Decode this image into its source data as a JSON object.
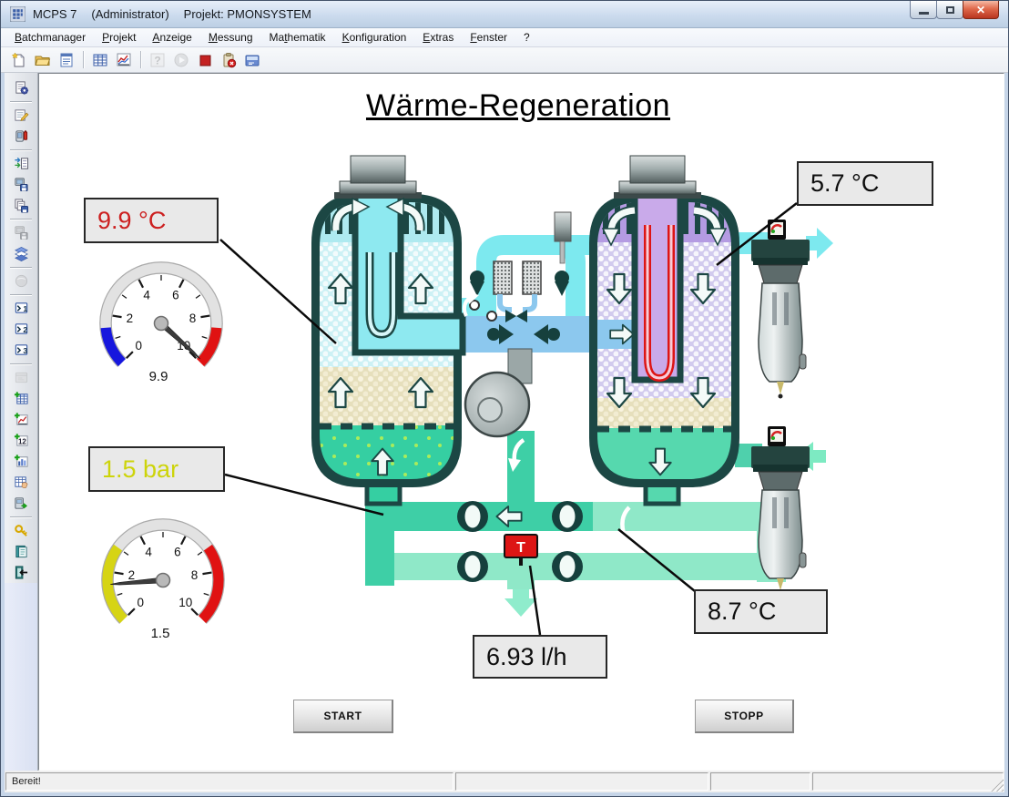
{
  "window": {
    "title_app": "MCPS 7",
    "title_mode": "(Administrator)",
    "title_project": "Projekt: PMONSYSTEM"
  },
  "menu": {
    "items": [
      {
        "label": "Batchmanager",
        "u": 0
      },
      {
        "label": "Projekt",
        "u": 0
      },
      {
        "label": "Anzeige",
        "u": 0
      },
      {
        "label": "Messung",
        "u": 0
      },
      {
        "label": "Mathematik",
        "u": 2
      },
      {
        "label": "Konfiguration",
        "u": 0
      },
      {
        "label": "Extras",
        "u": 0
      },
      {
        "label": "Fenster",
        "u": 0
      },
      {
        "label": "?",
        "u": -1
      }
    ]
  },
  "toolbar": {
    "buttons": [
      {
        "name": "new-project-button",
        "icon": "new",
        "disabled": false
      },
      {
        "name": "open-project-button",
        "icon": "open",
        "disabled": false
      },
      {
        "name": "project-document-button",
        "icon": "doc",
        "disabled": false
      },
      {
        "sep": true
      },
      {
        "name": "data-table-button",
        "icon": "table",
        "disabled": false
      },
      {
        "name": "trend-chart-button",
        "icon": "chart",
        "disabled": false
      },
      {
        "sep": true
      },
      {
        "name": "help-button",
        "icon": "help",
        "disabled": true
      },
      {
        "name": "start-measurement-button",
        "icon": "play",
        "disabled": true
      },
      {
        "name": "stop-measurement-button",
        "icon": "stop",
        "disabled": false
      },
      {
        "name": "cancel-batch-button",
        "icon": "clipx",
        "disabled": false
      },
      {
        "name": "layout-window-button",
        "icon": "export",
        "disabled": false
      }
    ]
  },
  "sidebar": {
    "items": [
      {
        "name": "sidebar-report-settings-button",
        "icon": "report-gear"
      },
      {
        "sep": true
      },
      {
        "name": "sidebar-edit-note-button",
        "icon": "edit-note"
      },
      {
        "name": "sidebar-alarm-device-button",
        "icon": "device-alarm"
      },
      {
        "sep": true
      },
      {
        "name": "sidebar-import-channels-button",
        "icon": "import"
      },
      {
        "name": "sidebar-save-device-button",
        "icon": "save-device"
      },
      {
        "name": "sidebar-copy-save-button",
        "icon": "copysave"
      },
      {
        "sep": true
      },
      {
        "name": "sidebar-save-disabled-button",
        "icon": "save-device",
        "disabled": true
      },
      {
        "name": "sidebar-layers-button",
        "icon": "layers"
      },
      {
        "sep": true
      },
      {
        "name": "sidebar-media-button",
        "icon": "ball",
        "disabled": true
      },
      {
        "sep": true
      },
      {
        "name": "sidebar-monitor-1-button",
        "icon": "monitor",
        "digit": "1"
      },
      {
        "name": "sidebar-monitor-2-button",
        "icon": "monitor",
        "digit": "2"
      },
      {
        "name": "sidebar-monitor-3-button",
        "icon": "monitor",
        "digit": "3"
      },
      {
        "sep": true
      },
      {
        "name": "sidebar-window-disabled-button",
        "icon": "window",
        "disabled": true
      },
      {
        "name": "sidebar-add-table-button",
        "icon": "add-table"
      },
      {
        "name": "sidebar-add-chart-button",
        "icon": "add-chart"
      },
      {
        "name": "sidebar-add-digital-button",
        "icon": "add-digits"
      },
      {
        "name": "sidebar-add-bars-button",
        "icon": "add-bars"
      },
      {
        "name": "sidebar-calc-table-button",
        "icon": "calc-table"
      },
      {
        "name": "sidebar-export-data-button",
        "icon": "export-data"
      },
      {
        "sep": true
      },
      {
        "name": "sidebar-key-button",
        "icon": "key"
      },
      {
        "name": "sidebar-notes-button",
        "icon": "notes"
      },
      {
        "name": "sidebar-exit-button",
        "icon": "exit"
      }
    ]
  },
  "diagram": {
    "title": "Wärme-Regeneration",
    "labels": {
      "temp_left": "9.9 °C",
      "temp_right": "5.7 °C",
      "pressure": "1.5 bar",
      "temp_outlet": "8.7 °C",
      "flow": "6.93 l/h"
    },
    "sensor_tag": "T",
    "start_button": "START",
    "stop_button": "STOPP"
  },
  "gauges": [
    {
      "name": "temperature-gauge",
      "display": "9.9",
      "value": 9.9,
      "min": 0,
      "max": 10,
      "tick_labels": [
        "0",
        "2",
        "4",
        "6",
        "8",
        "10"
      ],
      "arcs": [
        {
          "from": 0,
          "to": 1.5,
          "color": "#1717dd"
        },
        {
          "from": 8.5,
          "to": 10,
          "color": "#e01212"
        }
      ]
    },
    {
      "name": "pressure-gauge",
      "display": "1.5",
      "value": 1.5,
      "min": 0,
      "max": 10,
      "tick_labels": [
        "0",
        "2",
        "4",
        "6",
        "8",
        "10"
      ],
      "arcs": [
        {
          "from": 0,
          "to": 3,
          "color": "#d6d414"
        },
        {
          "from": 7,
          "to": 10,
          "color": "#e01212"
        }
      ]
    }
  ],
  "statusbar": {
    "message": "Bereit!"
  },
  "colors": {
    "pipe_cyan": "#7de9ef",
    "pipe_blue": "#8cc8ee",
    "pipe_mint_dark": "#3ecfa6",
    "pipe_mint_light": "#8fe8c8",
    "vessel_outline": "#1c4744",
    "vessel_left_top": "#aeeaf0",
    "vessel_right_top": "#b49be2",
    "liquid_green": "#35cfa2",
    "alarm_red": "#dd1515",
    "label_red_text": "#cc2020",
    "label_yellow_text": "#cdd40a"
  }
}
